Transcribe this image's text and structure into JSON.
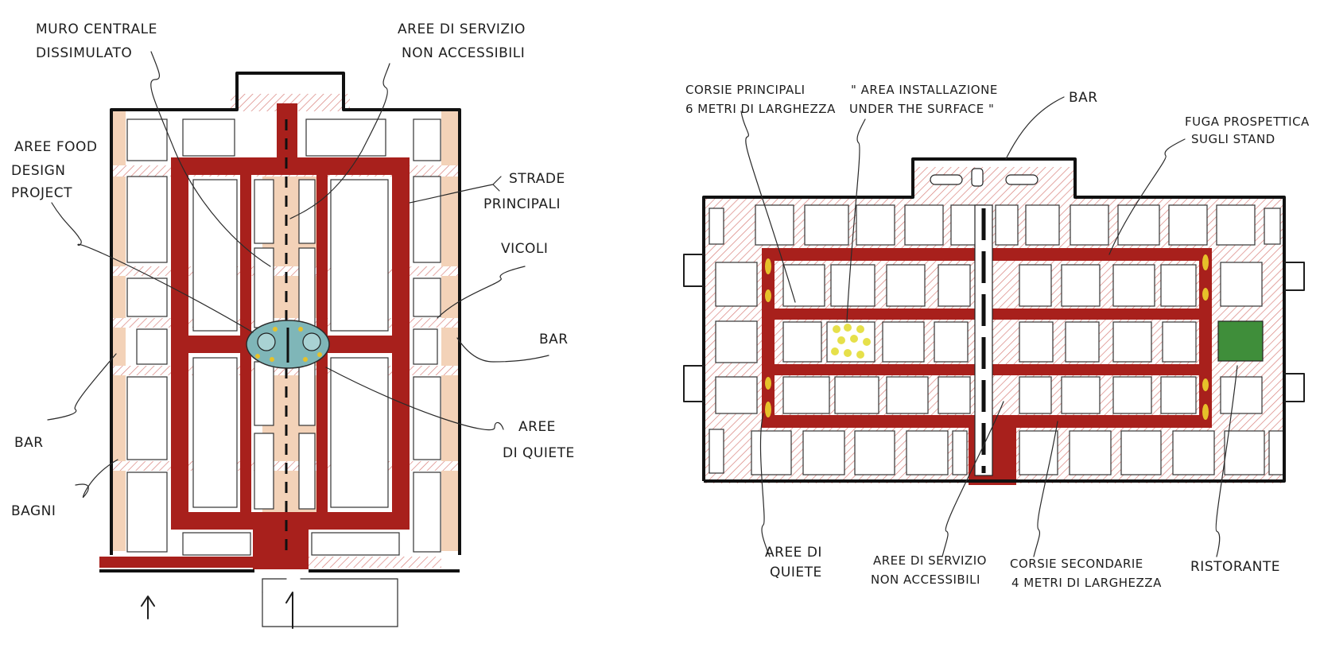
{
  "left_plan": {
    "labels": {
      "muro_centrale": [
        "MURO CENTRALE",
        "DISSIMULATO"
      ],
      "aree_servizio": [
        "AREE DI SERVIZIO",
        "NON ACCESSIBILI"
      ],
      "aree_food": [
        "AREE FOOD",
        "DESIGN",
        "PROJECT"
      ],
      "strade": [
        "STRADE",
        "PRINCIPALI"
      ],
      "vicoli": "VICOLI",
      "bar_right": "BAR",
      "bar_left": "BAR",
      "aree_quiete": [
        "AREE",
        "DI QUIETE"
      ],
      "bagni": "BAGNI"
    }
  },
  "right_plan": {
    "labels": {
      "corsie_principali": [
        "CORSIE PRINCIPALI",
        "6 METRI DI LARGHEZZA"
      ],
      "area_installazione": [
        "\" AREA INSTALLAZIONE",
        "UNDER THE SURFACE \""
      ],
      "bar": "BAR",
      "fuga": [
        "FUGA PROSPETTICA",
        "SUGLI STAND"
      ],
      "aree_quiete": [
        "AREE DI",
        "QUIETE"
      ],
      "aree_servizio": [
        "AREE DI SERVIZIO",
        "NON ACCESSIBILI"
      ],
      "corsie_secondarie": [
        "CORSIE SECONDARIE",
        "4 METRI DI LARGHEZZA"
      ],
      "ristorante": "RISTORANTE"
    }
  },
  "colors": {
    "road_red": "#a8201c",
    "peach": "#f3d2b8",
    "quiet_area_teal": "#7fb6b8",
    "installation_yellow": "#e6e04a",
    "restaurant_green": "#3f8e3a"
  }
}
